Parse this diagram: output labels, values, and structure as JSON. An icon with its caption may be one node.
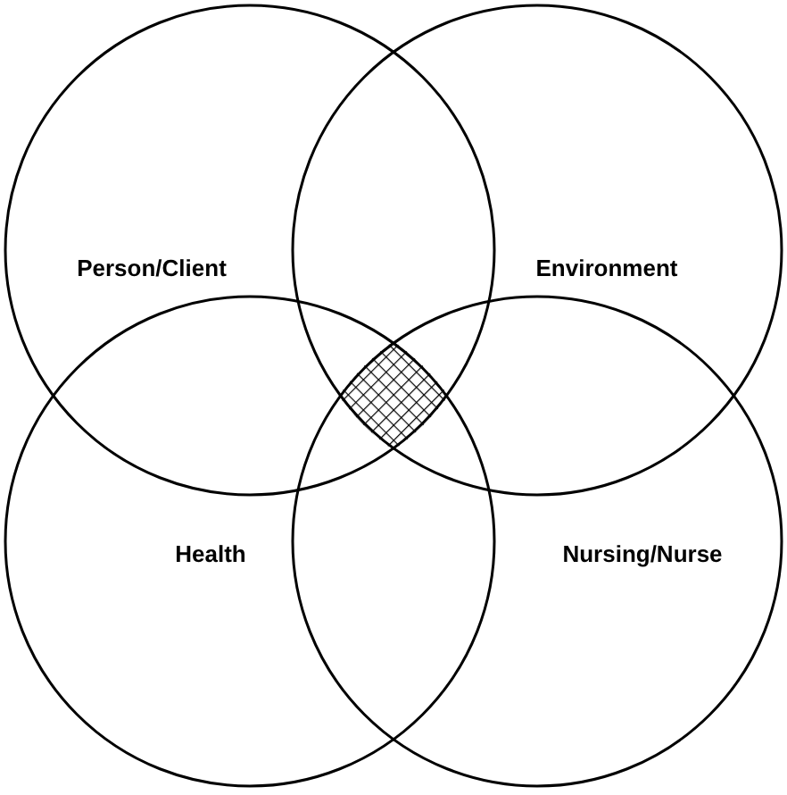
{
  "diagram": {
    "nodes": [
      {
        "text": [
          "Person/Client"
        ]
      },
      {
        "text": [
          "Environment"
        ]
      },
      {
        "text": [
          "Health"
        ]
      },
      {
        "text": [
          "Nursing/Nurse"
        ]
      }
    ]
  }
}
